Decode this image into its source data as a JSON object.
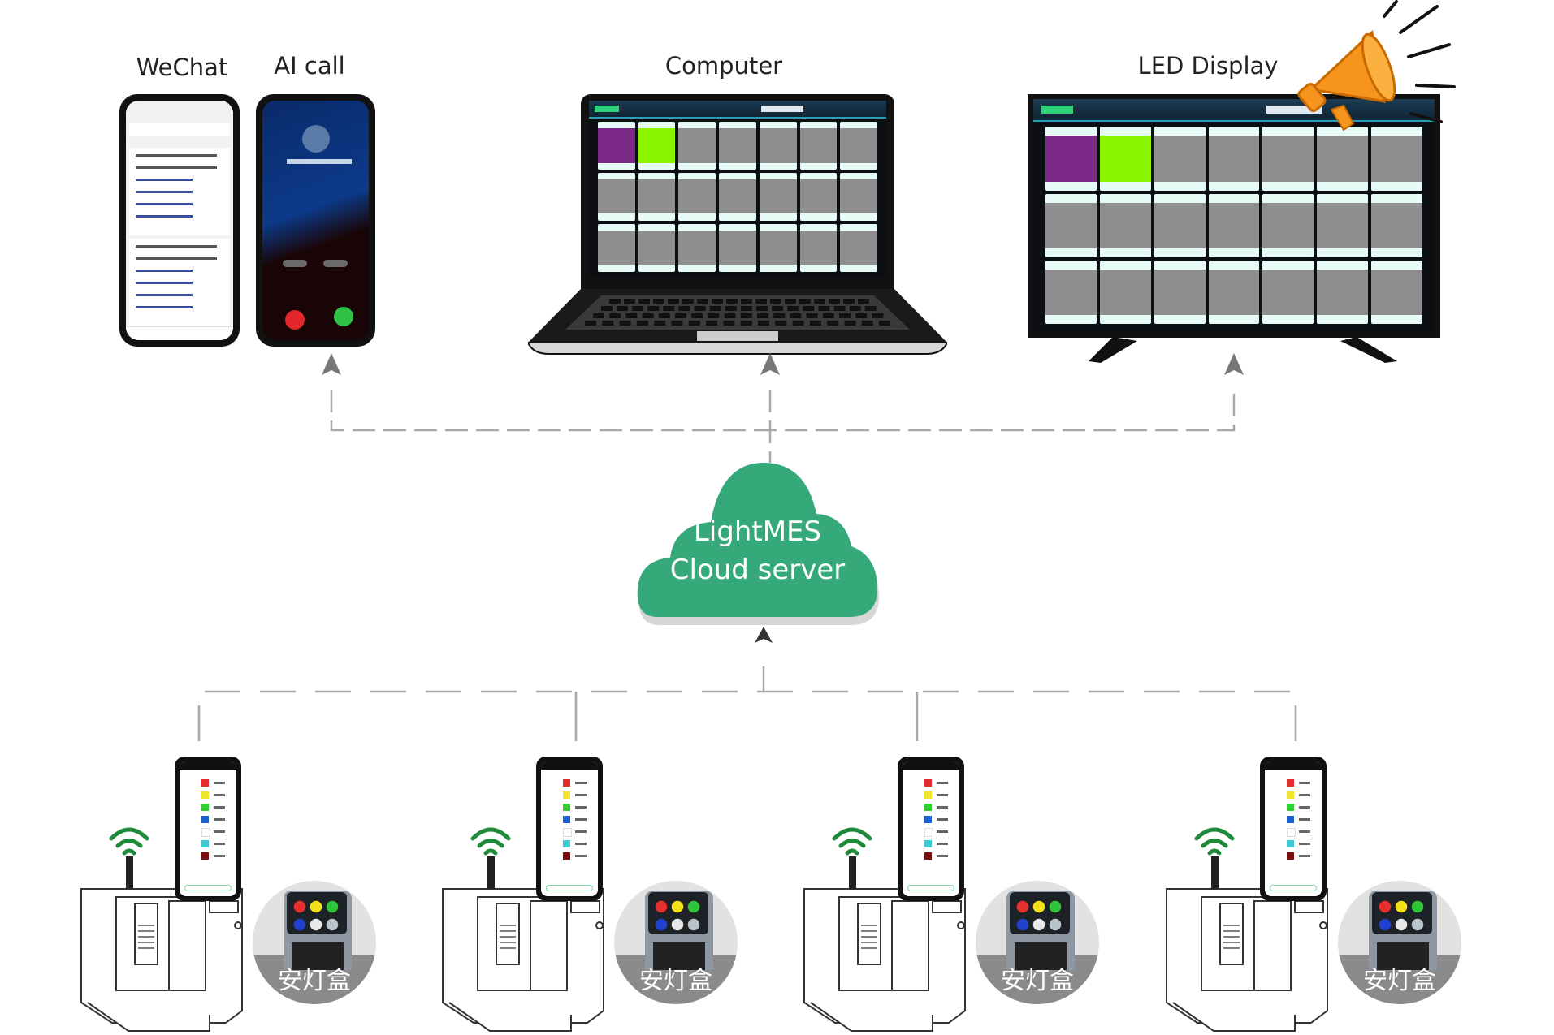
{
  "outputs": {
    "wechat": {
      "label": "WeChat"
    },
    "ai_call": {
      "label": "AI call"
    },
    "computer": {
      "label": "Computer"
    },
    "led_display": {
      "label": "LED Display"
    }
  },
  "cloud": {
    "line1": "LightMES",
    "line2": "Cloud server",
    "color": "#35a97a"
  },
  "stations": [
    {
      "andon_label": "安灯盒"
    },
    {
      "andon_label": "安灯盒"
    },
    {
      "andon_label": "安灯盒"
    },
    {
      "andon_label": "安灯盒"
    }
  ],
  "board_card_colors": {
    "alarm": "#7b2a8a",
    "active": "#8cf500",
    "idle": "#8e8e8e"
  },
  "andon_button_colors": [
    "#e53030",
    "#f2e01c",
    "#2fc43a",
    "#2040d0",
    "#e8e8e8",
    "#b8c4cc"
  ],
  "app_light_colors": [
    "#e52b2b",
    "#f0e52a",
    "#2ed12e",
    "#1b5fd0",
    "#ffffff",
    "#3cc9cf",
    "#7a1010"
  ],
  "icons": [
    "megaphone-icon",
    "wifi-icon",
    "arrow-up-icon",
    "cloud-icon"
  ]
}
